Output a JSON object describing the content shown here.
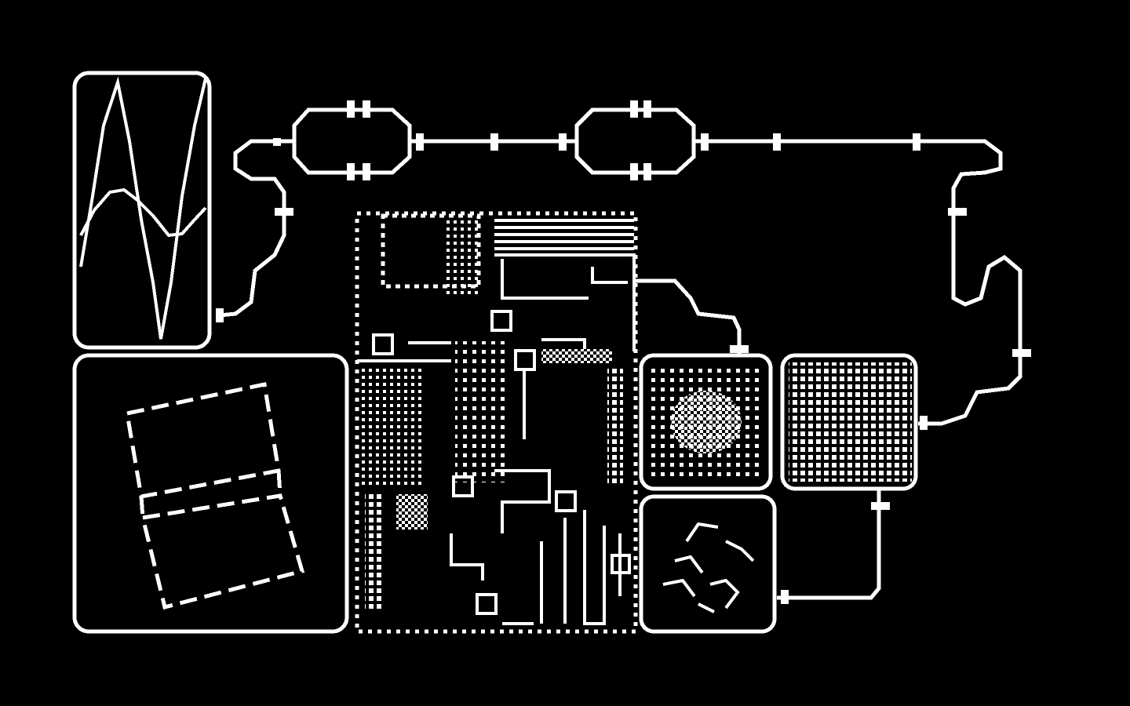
{
  "colors": {
    "background": "#000000",
    "foreground": "#ffffff"
  },
  "panels": [
    {
      "id": "waveform-panel",
      "content": "waveform-icon"
    },
    {
      "id": "cube-panel",
      "content": "dashed-box-icon"
    },
    {
      "id": "circuit-panel",
      "content": "circuit-board-icon"
    },
    {
      "id": "mesh-panel-a",
      "content": "dither-pattern-icon"
    },
    {
      "id": "mesh-panel-b",
      "content": "grid-pattern-icon"
    },
    {
      "id": "glyph-panel",
      "content": "scatter-glyph-icon"
    }
  ]
}
